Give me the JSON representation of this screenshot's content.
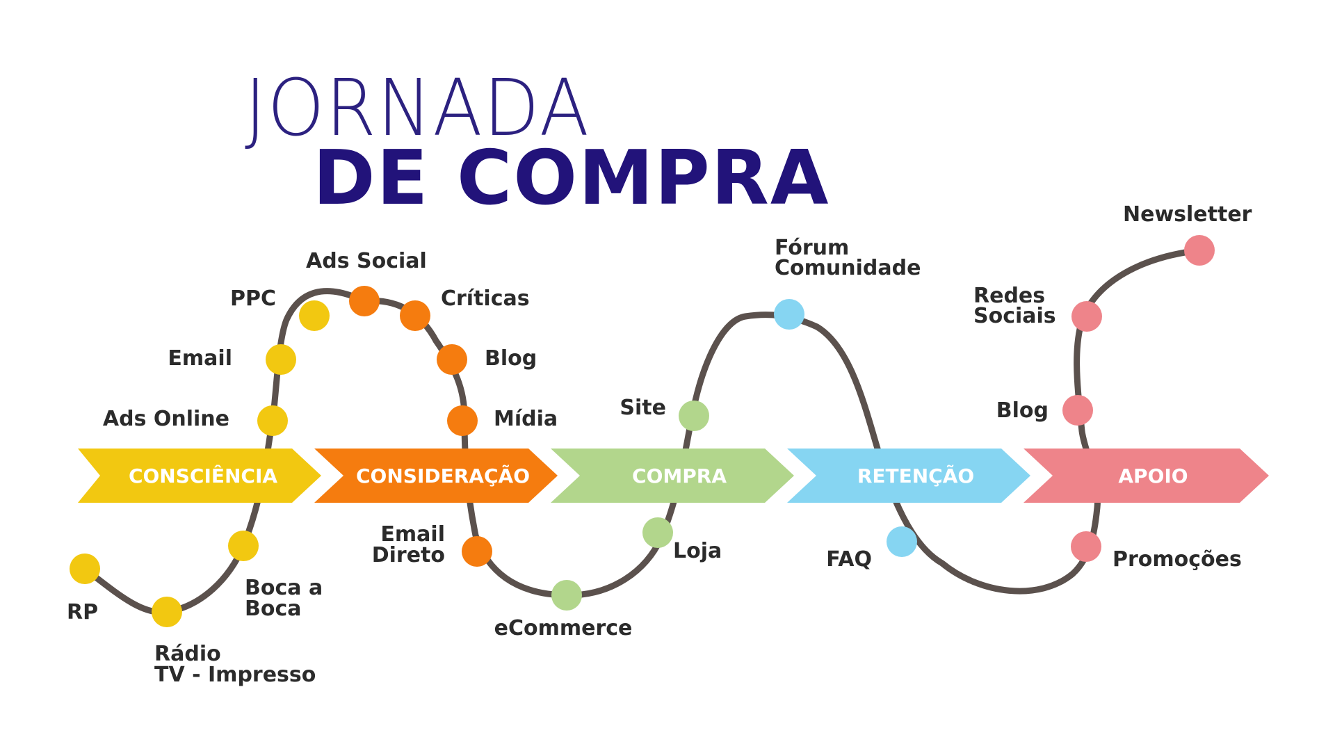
{
  "title": {
    "line1": "JORNADA",
    "line2": "DE COMPRA"
  },
  "colors": {
    "title_light": "#2c2180",
    "title_bold": "#22137a",
    "path": "#5b514d",
    "consciencia": "#f2c811",
    "consideracao": "#f57c0f",
    "compra": "#b2d68c",
    "retencao": "#86d5f2",
    "apoio": "#ee848a",
    "label": "#2b2b2b"
  },
  "stages": [
    {
      "id": "consciencia",
      "label": "CONSCIÊNCIA"
    },
    {
      "id": "consideracao",
      "label": "CONSIDERAÇÃO"
    },
    {
      "id": "compra",
      "label": "COMPRA"
    },
    {
      "id": "retencao",
      "label": "RETENÇÃO"
    },
    {
      "id": "apoio",
      "label": "APOIO"
    }
  ],
  "touchpoints": [
    {
      "id": "rp",
      "stage": "consciencia",
      "lines": [
        "RP"
      ]
    },
    {
      "id": "radio-tv-impresso",
      "stage": "consciencia",
      "lines": [
        "Rádio",
        "TV - Impresso"
      ]
    },
    {
      "id": "boca-a-boca",
      "stage": "consciencia",
      "lines": [
        "Boca a",
        "Boca"
      ]
    },
    {
      "id": "ads-online",
      "stage": "consciencia",
      "lines": [
        "Ads Online"
      ]
    },
    {
      "id": "email",
      "stage": "consciencia",
      "lines": [
        "Email"
      ]
    },
    {
      "id": "ppc",
      "stage": "consciencia",
      "lines": [
        "PPC"
      ]
    },
    {
      "id": "ads-social",
      "stage": "consideracao",
      "lines": [
        "Ads Social"
      ]
    },
    {
      "id": "criticas",
      "stage": "consideracao",
      "lines": [
        "Críticas"
      ]
    },
    {
      "id": "blog-consideracao",
      "stage": "consideracao",
      "lines": [
        "Blog"
      ]
    },
    {
      "id": "midia",
      "stage": "consideracao",
      "lines": [
        "Mídia"
      ]
    },
    {
      "id": "email-direto",
      "stage": "consideracao",
      "lines": [
        "Email",
        "Direto"
      ]
    },
    {
      "id": "ecommerce",
      "stage": "compra",
      "lines": [
        "eCommerce"
      ]
    },
    {
      "id": "loja",
      "stage": "compra",
      "lines": [
        "Loja"
      ]
    },
    {
      "id": "site",
      "stage": "compra",
      "lines": [
        "Site"
      ]
    },
    {
      "id": "forum-comunidade",
      "stage": "retencao",
      "lines": [
        "Fórum",
        "Comunidade"
      ]
    },
    {
      "id": "faq",
      "stage": "retencao",
      "lines": [
        "FAQ"
      ]
    },
    {
      "id": "promocoes",
      "stage": "apoio",
      "lines": [
        "Promoções"
      ]
    },
    {
      "id": "blog-apoio",
      "stage": "apoio",
      "lines": [
        "Blog"
      ]
    },
    {
      "id": "redes-sociais",
      "stage": "apoio",
      "lines": [
        "Redes",
        "Sociais"
      ]
    },
    {
      "id": "newsletter",
      "stage": "apoio",
      "lines": [
        "Newsletter"
      ]
    }
  ]
}
